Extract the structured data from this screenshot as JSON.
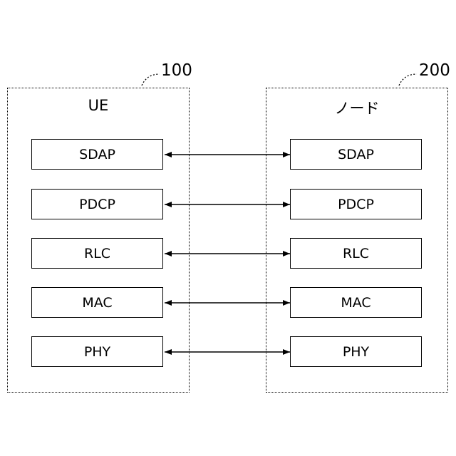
{
  "ue": {
    "ref": "100",
    "title": "UE",
    "layers": [
      "SDAP",
      "PDCP",
      "RLC",
      "MAC",
      "PHY"
    ]
  },
  "node": {
    "ref": "200",
    "title": "ノード",
    "layers": [
      "SDAP",
      "PDCP",
      "RLC",
      "MAC",
      "PHY"
    ]
  }
}
